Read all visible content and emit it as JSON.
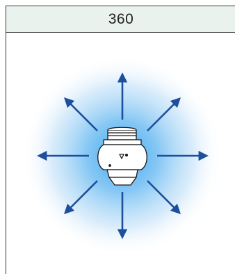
{
  "panel": {
    "title": "360"
  },
  "illustration": {
    "subject": "camera-device",
    "arrow_count": 8,
    "glow_color": "#3ea7ef",
    "arrow_color": "#1e4f9c",
    "header_background": "#eaf2ee"
  }
}
